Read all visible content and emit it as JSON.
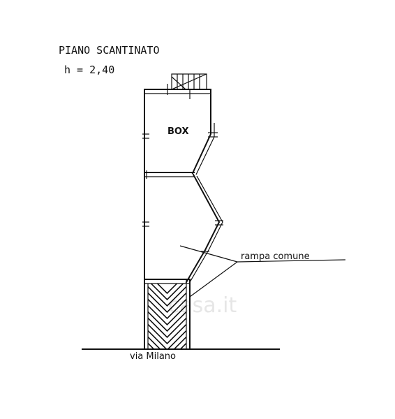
{
  "plan": {
    "title": "PIANO SCANTINATO",
    "height_note": "h = 2,40",
    "room_label": "BOX",
    "ramp_label": "rampa comune",
    "street_label": "via Milano",
    "watermark": "casa.it"
  },
  "colors": {
    "ink": "#111111",
    "background": "#ffffff",
    "watermark": "#e6e6e6"
  }
}
